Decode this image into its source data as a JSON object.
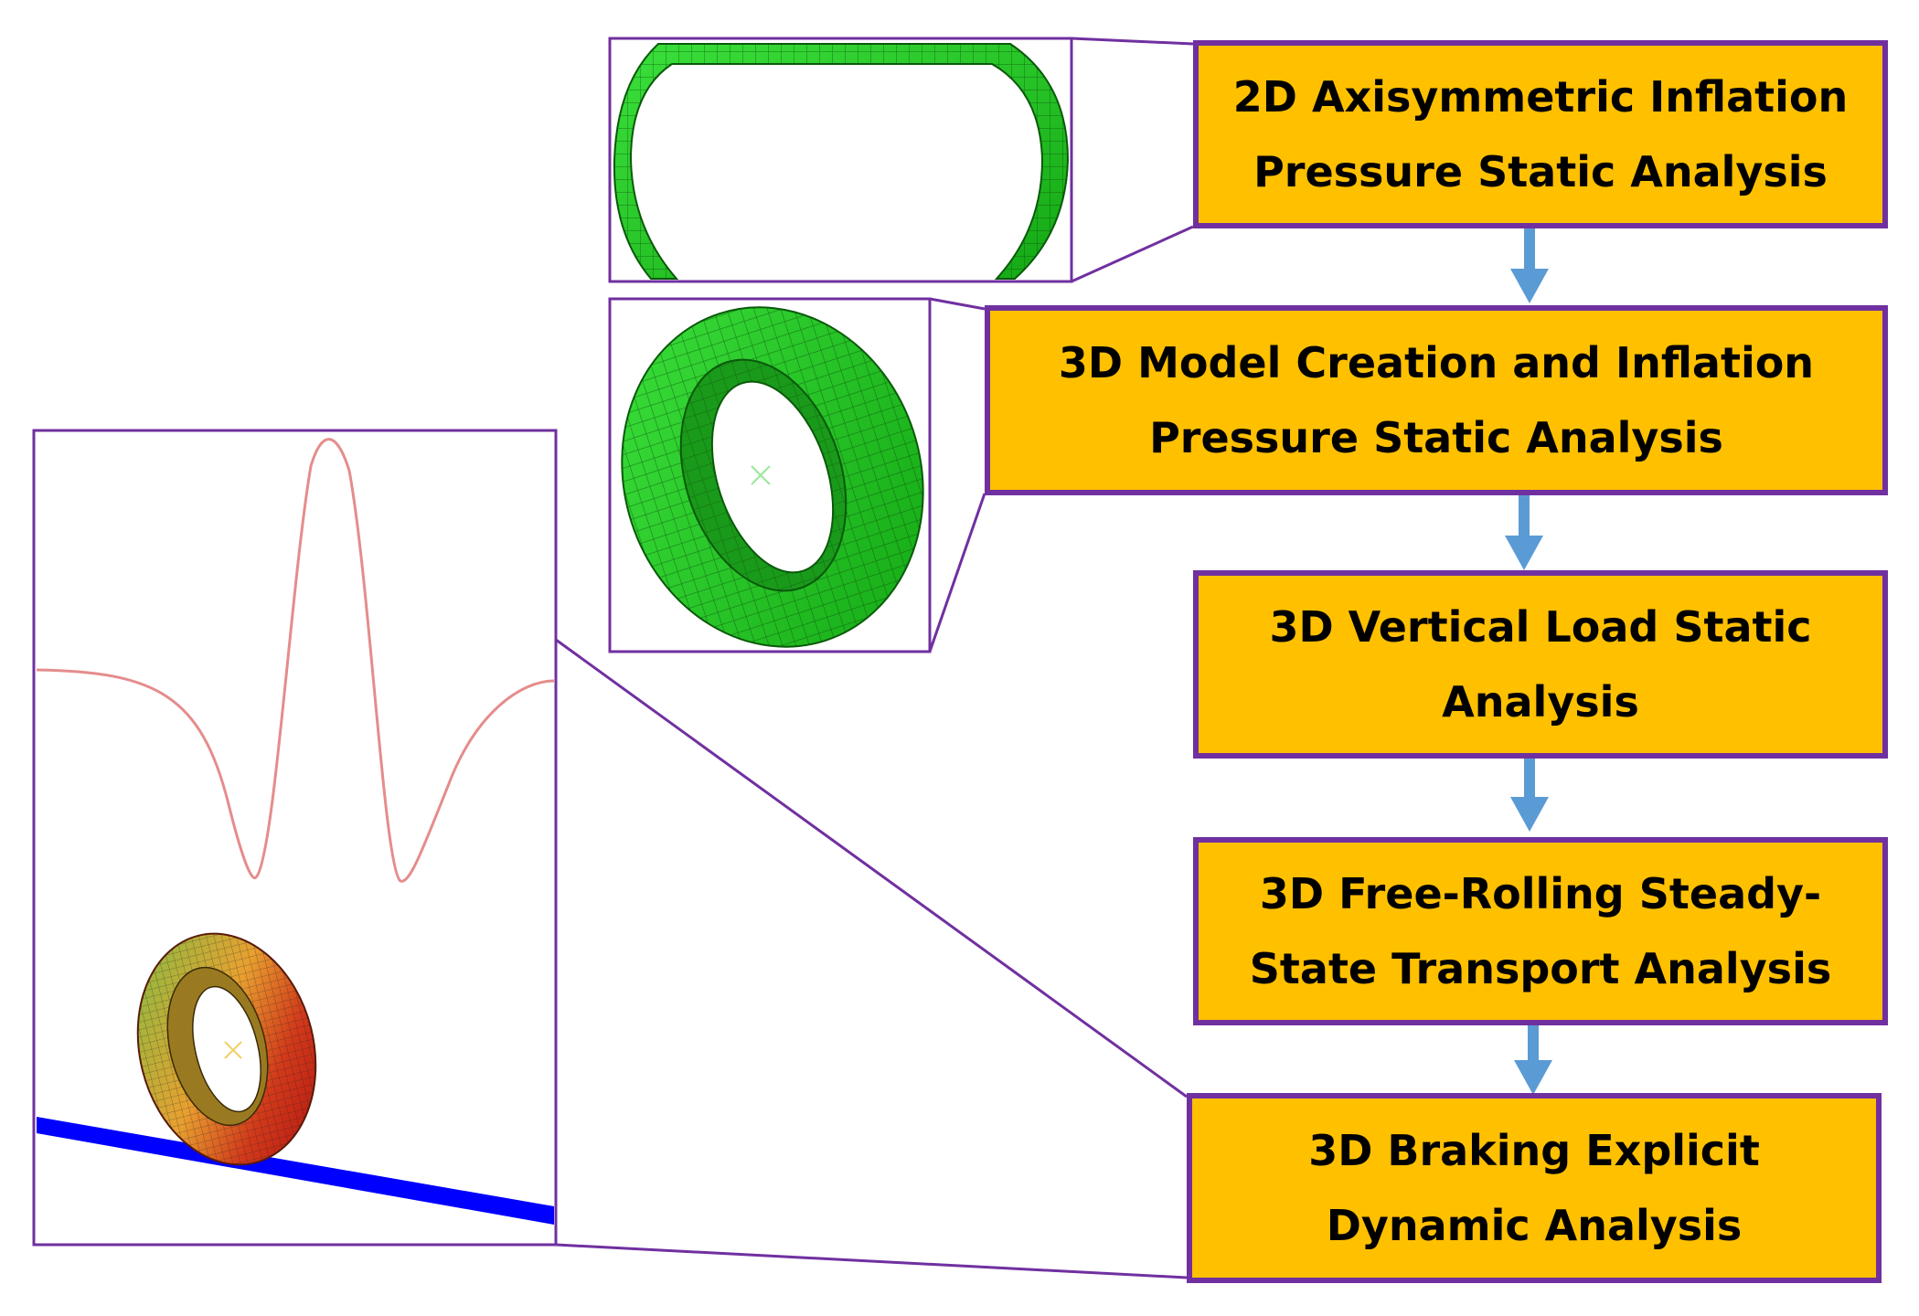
{
  "diagram": {
    "steps": [
      {
        "id": "step-1",
        "label": "2D Axisymmetric Inflation Pressure Static Analysis"
      },
      {
        "id": "step-2",
        "label": "3D Model Creation and Inflation Pressure Static Analysis"
      },
      {
        "id": "step-3",
        "label": "3D Vertical Load Static Analysis"
      },
      {
        "id": "step-4",
        "label": "3D Free-Rolling Steady-State Transport Analysis"
      },
      {
        "id": "step-5",
        "label": "3D Braking Explicit Dynamic Analysis"
      }
    ],
    "colors": {
      "box_fill": "#FFC000",
      "box_border": "#7030A0",
      "arrow": "#5B9BD5",
      "tire_mesh": "#22CC22",
      "road": "#0000FF",
      "curve": "#E58C8C"
    }
  }
}
